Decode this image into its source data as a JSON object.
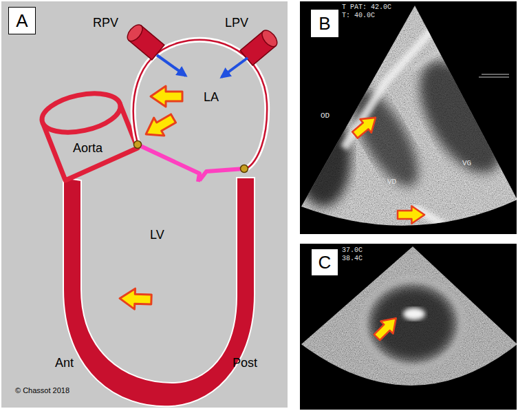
{
  "diagram": {
    "nodes": [
      {
        "text": [
          "A"
        ]
      },
      {
        "text": [
          "B"
        ]
      },
      {
        "text": [
          "C"
        ]
      }
    ],
    "labels": [
      "RPV",
      "LPV",
      "LA",
      "Aorta",
      "LV",
      "Ant",
      "Post",
      "© Chassot 2018",
      "T PAT: 42.0C",
      "T: 40.0C",
      "OD",
      "VD",
      "VG",
      "37.0C",
      "38.4C"
    ]
  }
}
